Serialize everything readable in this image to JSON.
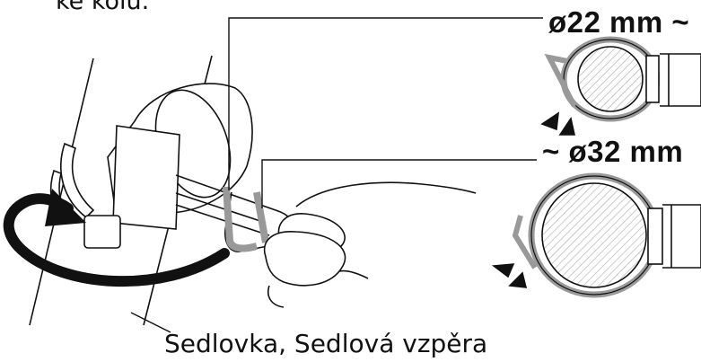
{
  "top_text": "ke kolu.",
  "size_small_label": "ø22 mm ~",
  "size_large_label": "~ ø32 mm",
  "caption": "Sedlovka, Sedlová vzpěra",
  "colors": {
    "line": "#111111",
    "strap_gray": "#999999",
    "hatch": "#bbbbbb",
    "arrow": "#111111"
  }
}
